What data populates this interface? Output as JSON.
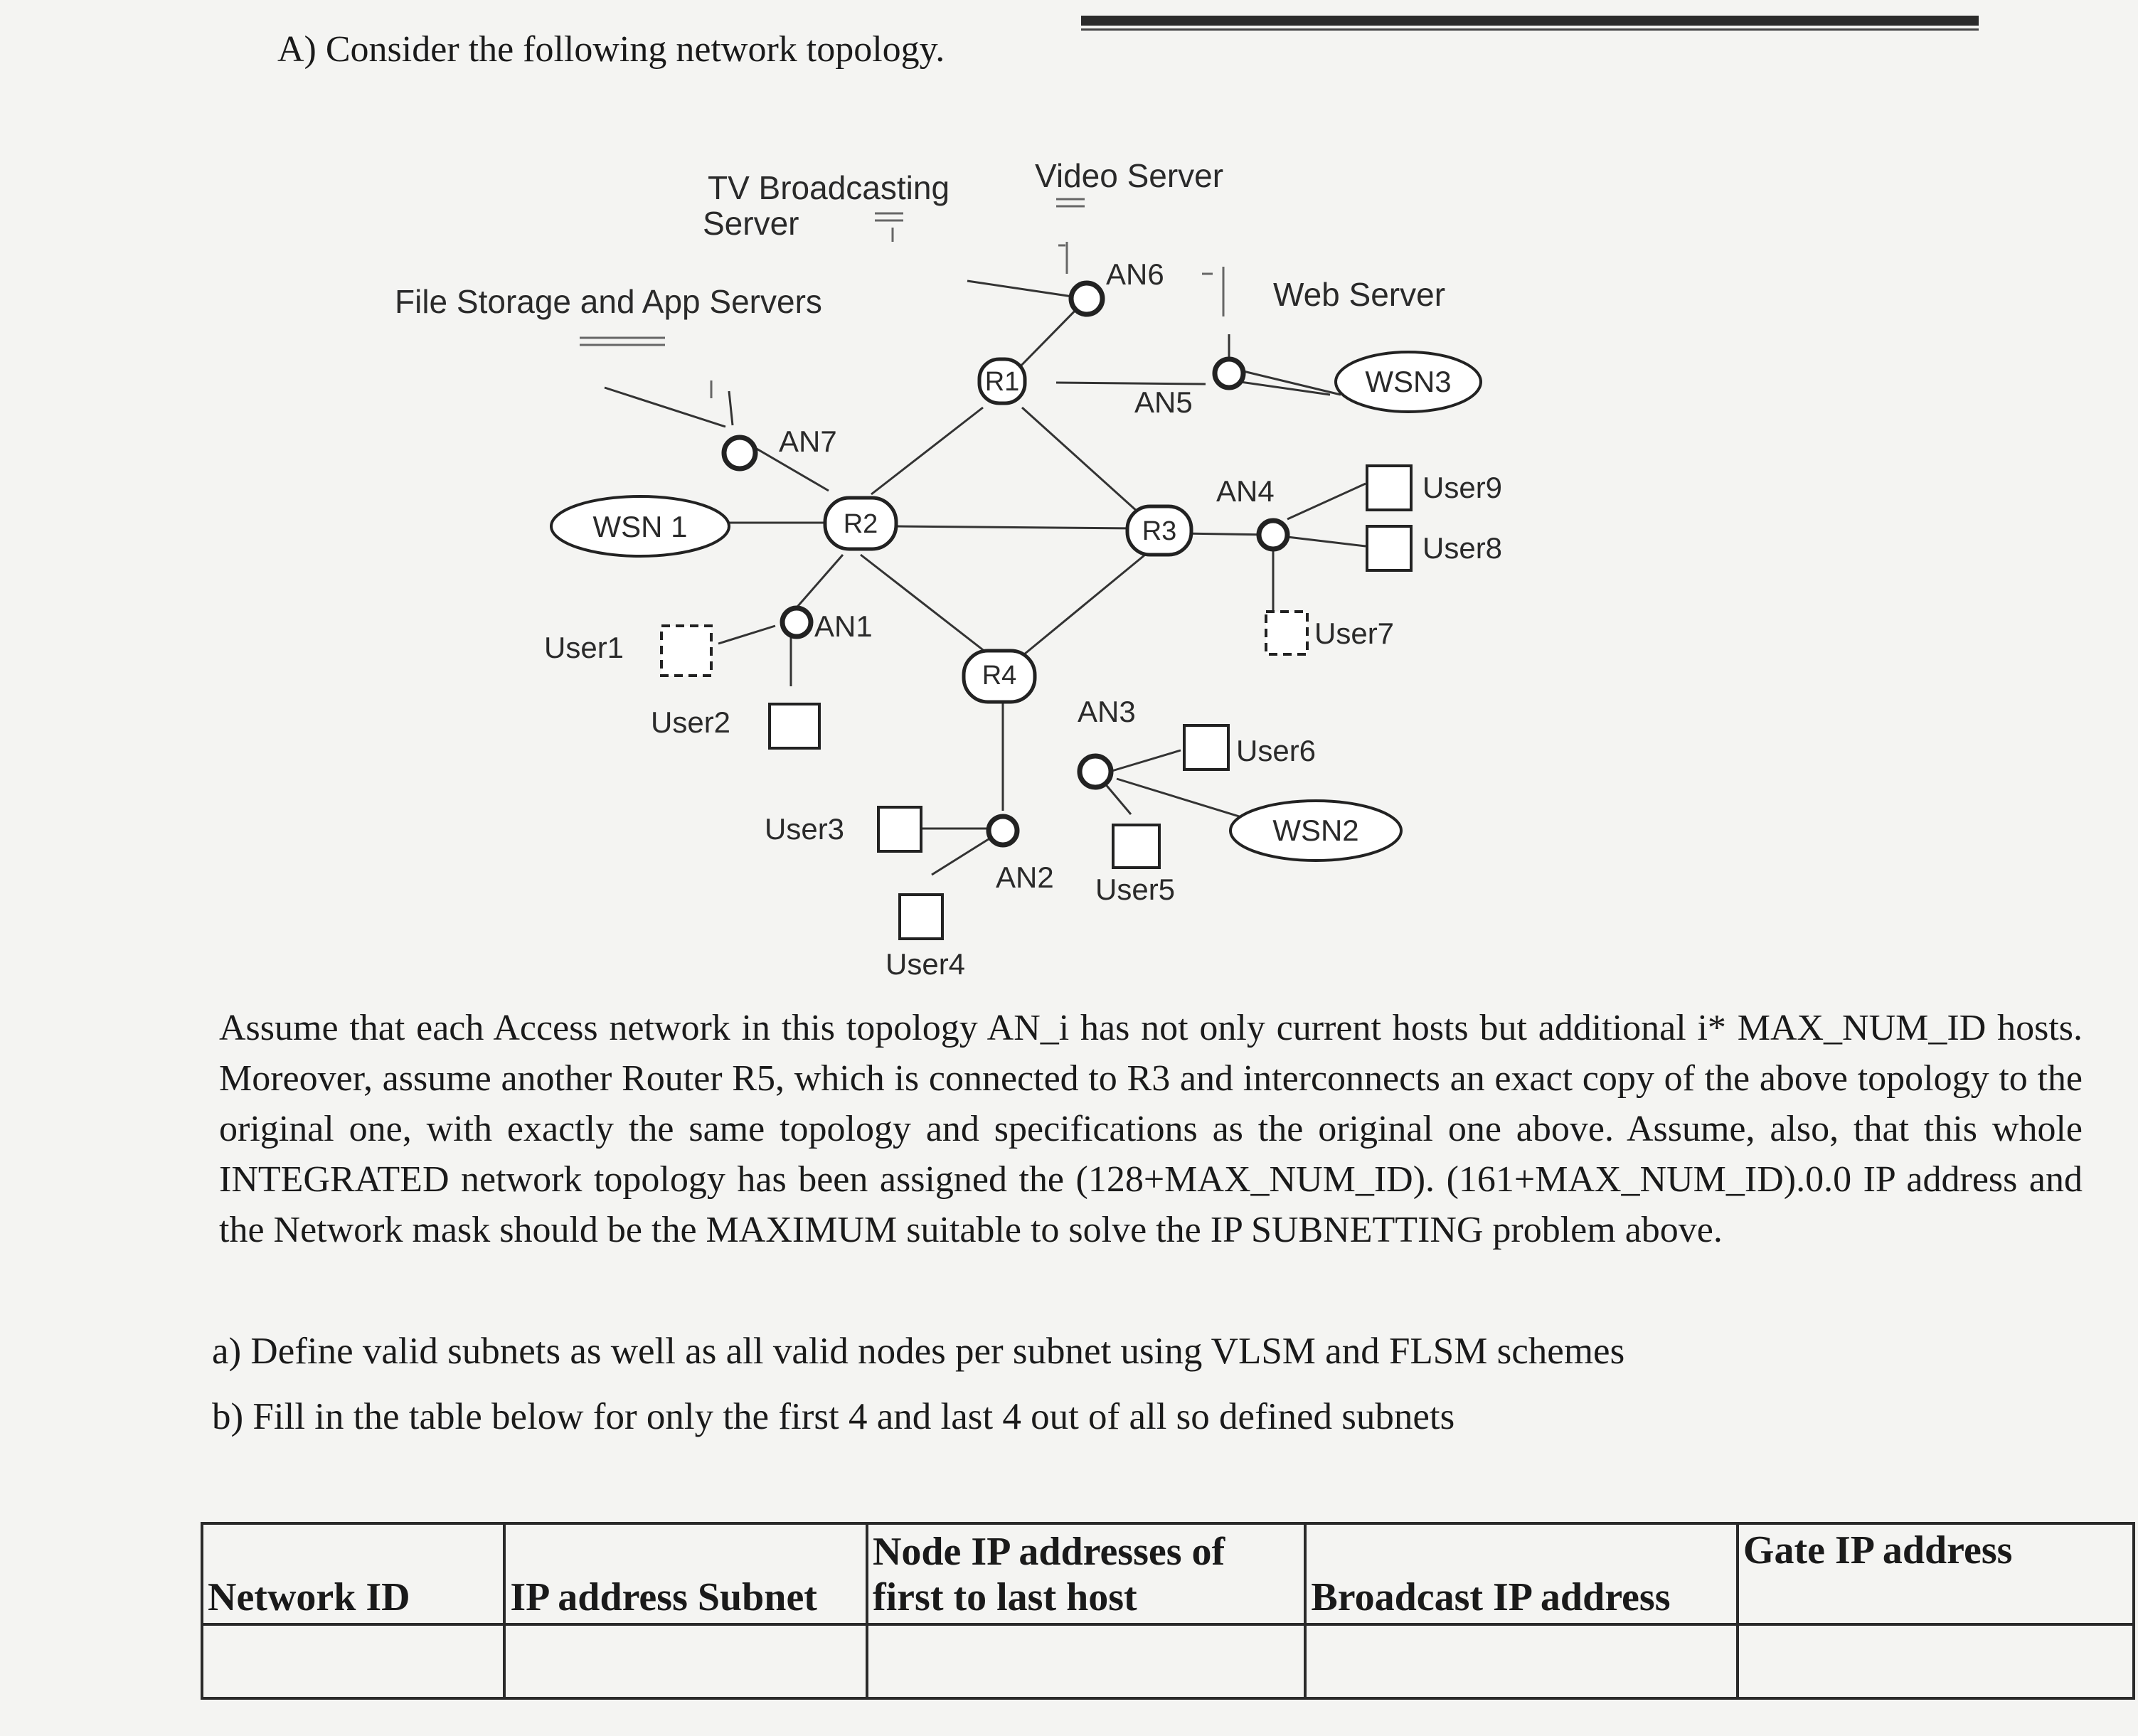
{
  "heading": "A) Consider the following network topology.",
  "topology": {
    "labels": {
      "tv_server": [
        "TV Broadcasting",
        "Server"
      ],
      "video_server": "Video Server",
      "file_servers": "File Storage and App Servers",
      "web_server": "Web Server",
      "an1": "AN1",
      "an2": "AN2",
      "an3": "AN3",
      "an4": "AN4",
      "an5": "AN5",
      "an6": "AN6",
      "an7": "AN7",
      "r1": "R1",
      "r2": "R2",
      "r3": "R3",
      "r4": "R4",
      "wsn1": "WSN 1",
      "wsn2": "WSN2",
      "wsn3": "WSN3",
      "user1": "User1",
      "user2": "User2",
      "user3": "User3",
      "user4": "User4",
      "user5": "User5",
      "user6": "User6",
      "user7": "User7",
      "user8": "User8",
      "user9": "User9"
    }
  },
  "paragraph": "Assume that each Access network in this topology AN_i has not only current hosts but additional i* MAX_NUM_ID hosts. Moreover, assume another Router R5, which is connected to R3 and interconnects an exact copy of the above topology to the original one, with exactly the same topology and specifications as the original one above. Assume, also, that this whole INTEGRATED network topology has been assigned the (128+MAX_NUM_ID). (161+MAX_NUM_ID).0.0 IP address and the Network mask should be the MAXIMUM suitable to solve the IP SUBNETTING problem above.",
  "questions": {
    "a": "a) Define valid subnets as well as all valid nodes per subnet using VLSM and FLSM schemes",
    "b": "b) Fill in the table below for only the first 4 and last 4 out of all so defined subnets"
  },
  "table": {
    "headers": [
      "Network ID",
      "IP address Subnet",
      "Node IP addresses of first to last host",
      "Broadcast IP address",
      "Gate IP address"
    ],
    "rows": [
      [
        "",
        "",
        "",
        "",
        ""
      ]
    ]
  }
}
